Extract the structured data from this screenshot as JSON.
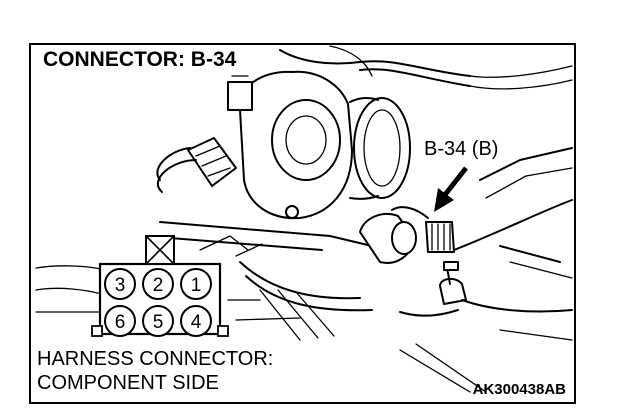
{
  "diagram": {
    "title": "CONNECTOR: B-34",
    "callout_label": "B-34 (B)",
    "connector_pins": {
      "top_row": [
        "3",
        "2",
        "1"
      ],
      "bottom_row": [
        "6",
        "5",
        "4"
      ]
    },
    "caption_line_1": "HARNESS CONNECTOR:",
    "caption_line_2": "COMPONENT SIDE",
    "figure_code": "AK300438AB"
  },
  "colors": {
    "ink": "#000000",
    "paper": "#ffffff"
  }
}
